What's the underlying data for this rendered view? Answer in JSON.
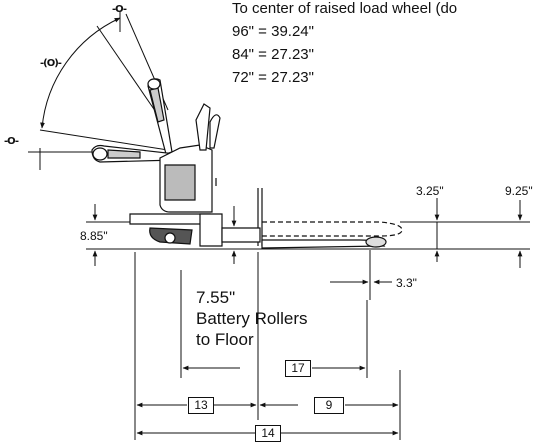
{
  "notes": {
    "raised_wheel_title": "To center of raised load wheel (do",
    "lengths": [
      "96\" = 39.24\"",
      "84\" = 27.23\"",
      "72\" = 27.23\""
    ]
  },
  "callout": {
    "line1": "7.55\"",
    "line2": "Battery Rollers",
    "line3": "to Floor"
  },
  "dimensions": {
    "d_8_85": "8.85\"",
    "d_3_25": "3.25\"",
    "d_9_25": "9.25\"",
    "d_3_3": "3.3\""
  },
  "boxed": {
    "b17": "17",
    "b13": "13",
    "b9": "9",
    "b14": "14"
  },
  "handle_symbols": {
    "top": "-O-",
    "middle": "-(O)-",
    "lower": "-O-"
  }
}
